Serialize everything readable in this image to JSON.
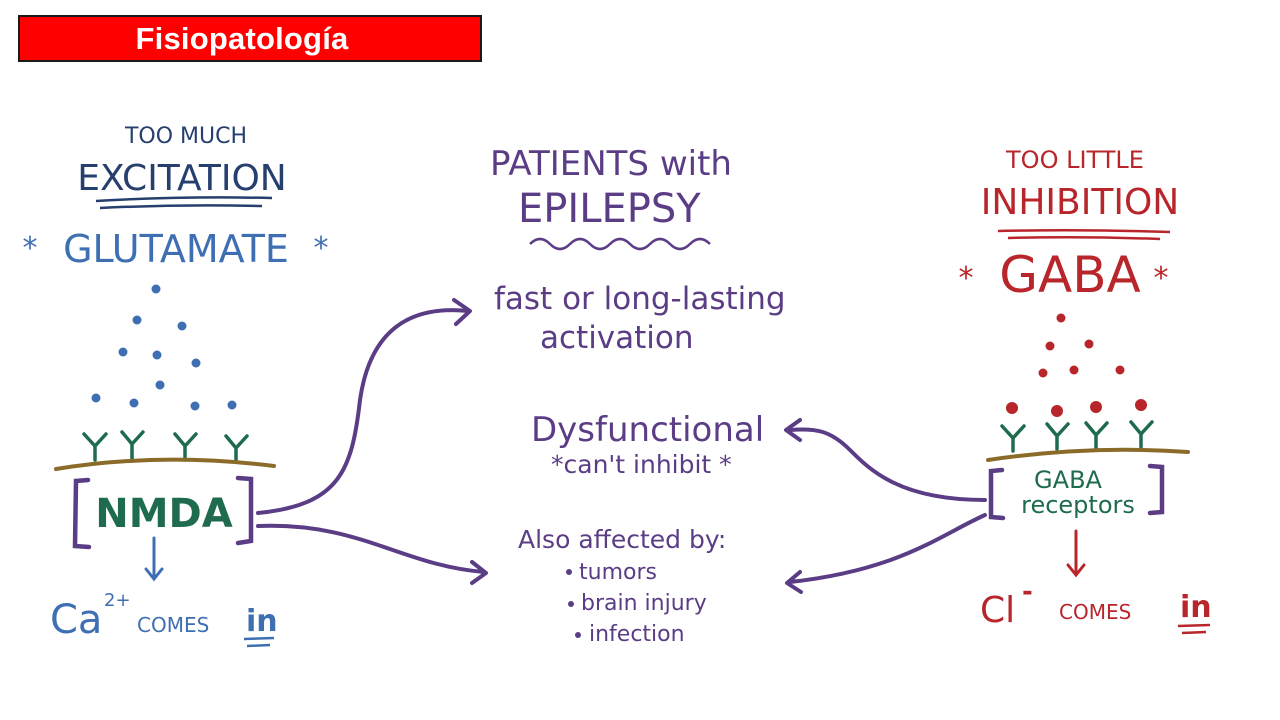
{
  "title": "Fisiopatología",
  "colors": {
    "title_bg": "#ff0000",
    "blue": "#3f6fb3",
    "dark_blue": "#263f6e",
    "purple": "#5b3d86",
    "green": "#1f6b4d",
    "red": "#b8262b",
    "membrane": "#8b6b2a"
  },
  "left": {
    "line1": "TOO MUCH",
    "line2": "EXCITATION",
    "neurotransmitter": "GLUTAMATE",
    "star": "*",
    "receptor": "NMDA",
    "ion": "Ca",
    "ion_charge": "2+",
    "comes": "comes",
    "in": "in"
  },
  "center": {
    "heading1": "PATIENTS with",
    "heading2": "EPILEPSY",
    "activation1": "fast or long-lasting",
    "activation2": "activation",
    "dysfunctional": "Dysfunctional",
    "cant_inhibit": "*can't inhibit *",
    "also": "Also affected by:",
    "items": [
      "tumors",
      "brain injury",
      "infection"
    ]
  },
  "right": {
    "line1": "TOO LITTLE",
    "line2": "INHIBITION",
    "neurotransmitter": "GABA",
    "star": "*",
    "receptor1": "GABA",
    "receptor2": "receptors",
    "ion": "Cl",
    "ion_charge": "-",
    "comes": "comes",
    "in": "in"
  }
}
